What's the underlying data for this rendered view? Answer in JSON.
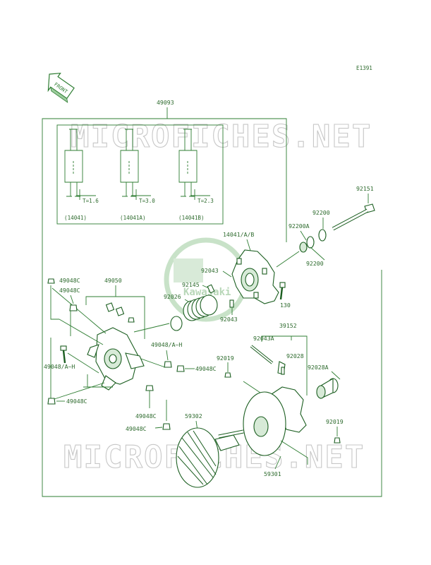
{
  "diagram_code": "E1391",
  "front_label": "FRONT",
  "watermark_text": "MICROFICHES.NET",
  "center_logo_text": "Kawasaki",
  "accent_color": "#2e7d32",
  "inset": {
    "variants": [
      {
        "t_label": "T=1.6",
        "code": "(14041)"
      },
      {
        "t_label": "T=3.0",
        "code": "(14041A)"
      },
      {
        "t_label": "T=2.3",
        "code": "(14041B)"
      }
    ]
  },
  "labels": {
    "assembly": "49093",
    "bolt": "92151",
    "washer_a": "92200",
    "washer_a2": "92200A",
    "washer_b": "92200",
    "spider": "14041/A/B",
    "pin": "92043",
    "slider": "92145",
    "spring": "92026",
    "bolt_130": "130",
    "pin_lower": "92043",
    "weight_kit": "39152",
    "roller_pin": "92043A",
    "weight": "92028",
    "bushing": "92028A",
    "nut_92019": "92019",
    "nut_92019_b": "92019",
    "sheave_movable": "59301",
    "sheave_fixed": "59302",
    "arm_set": "49050",
    "nut_top": "49048C",
    "nut_top2": "49048C",
    "arm_bolts": "49048/A~H",
    "arm_bolts_left": "49048/A~H",
    "nut_right": "49048C",
    "nut_left_bottom": "49048C",
    "nut_bottom1": "49048C",
    "nut_bottom2": "49048C"
  }
}
